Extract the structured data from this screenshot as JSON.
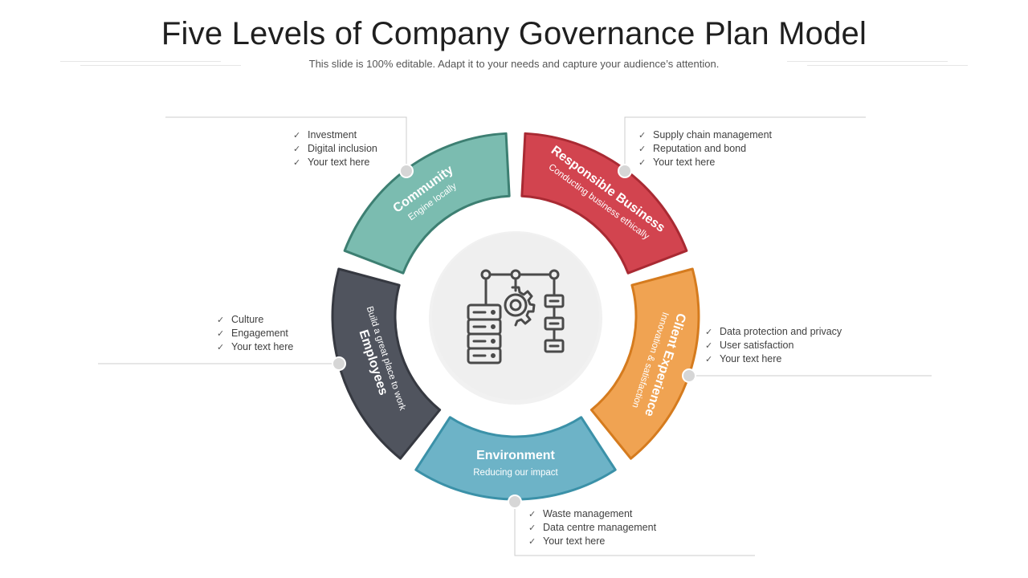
{
  "title": "Five Levels of Company Governance Plan Model",
  "subtitle": "This slide is 100% editable. Adapt it to your needs and capture your audience’s attention.",
  "segments": [
    {
      "key": "community",
      "title": "Community",
      "subtitle": "Engine locally",
      "color": "#7bbcb0",
      "border": "#3d7f72",
      "bullets": [
        "Investment",
        "Digital inclusion",
        "Your text here"
      ]
    },
    {
      "key": "responsible",
      "title": "Responsible Business",
      "subtitle": "Conducting business ethically",
      "color": "#d2444f",
      "border": "#a92a33",
      "bullets": [
        "Supply chain management",
        "Reputation and bond",
        "Your text here"
      ]
    },
    {
      "key": "client",
      "title": "Client Experience",
      "subtitle": "Innovation & satisfaction",
      "color": "#f0a352",
      "border": "#d57b1e",
      "bullets": [
        "Data protection and privacy",
        "User satisfaction",
        "Your text here"
      ]
    },
    {
      "key": "environment",
      "title": "Environment",
      "subtitle": "Reducing our impact",
      "color": "#6db3c7",
      "border": "#3b91a8",
      "bullets": [
        "Waste management",
        "Data centre management",
        "Your text here"
      ]
    },
    {
      "key": "employees",
      "title": "Employees",
      "subtitle": "Build a great place to work",
      "color": "#50545e",
      "border": "#363941",
      "bullets": [
        "Culture",
        "Engagement",
        "Your text here"
      ]
    }
  ],
  "center": {
    "icon": "server-gear-network-icon"
  },
  "colors": {
    "connector": "#cccccc",
    "dot": "#d6d6d6",
    "center_circle": "#eeeeee",
    "icon_stroke": "#4a4a4a"
  }
}
